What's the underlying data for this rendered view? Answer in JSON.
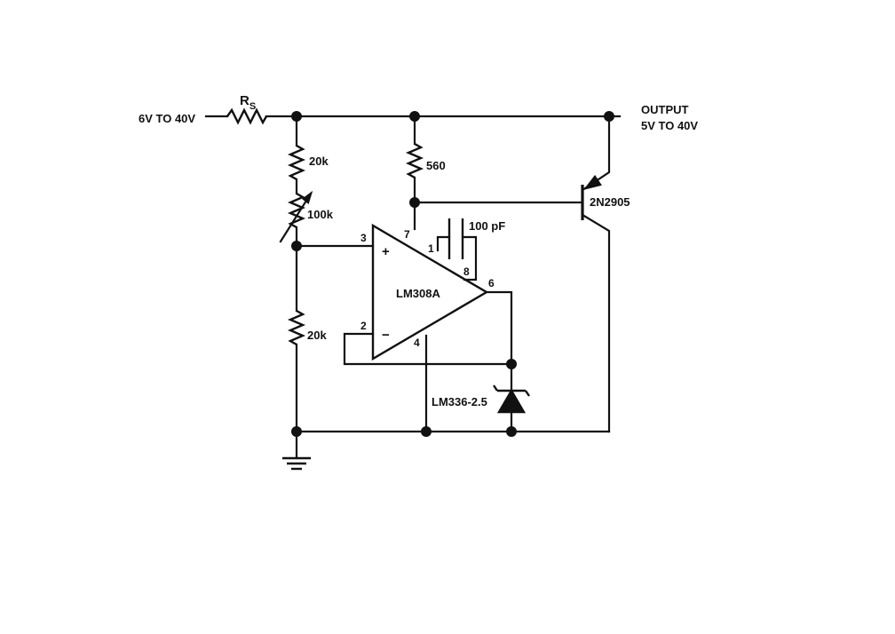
{
  "labels": {
    "input": "6V TO 40V",
    "rs_main": "R",
    "rs_sub": "S",
    "output_line1": "OUTPUT",
    "output_line2": "5V TO 40V",
    "r1": "20k",
    "pot": "100k",
    "r2": "20k",
    "r3": "560",
    "cap": "100 pF",
    "opamp": "LM308A",
    "transistor": "2N2905",
    "zener": "LM336-2.5",
    "plus": "+",
    "minus": "−"
  },
  "pins": {
    "p1": "1",
    "p2": "2",
    "p3": "3",
    "p4": "4",
    "p6": "6",
    "p7": "7",
    "p8": "8"
  }
}
